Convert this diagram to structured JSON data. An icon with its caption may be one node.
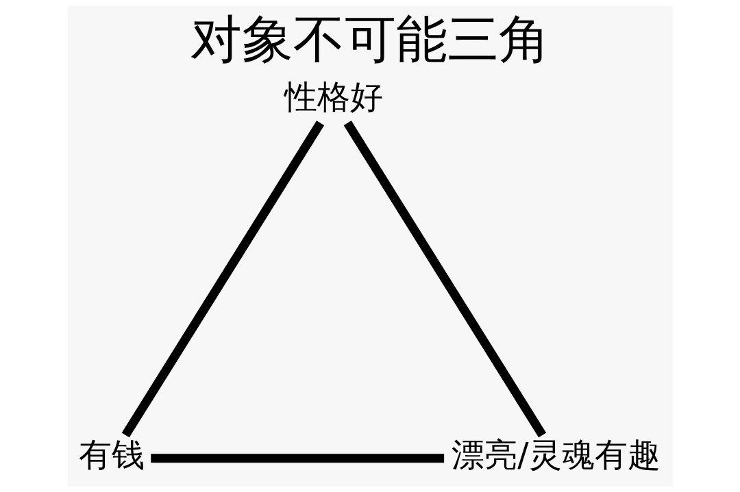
{
  "diagram": {
    "title": "对象不可能三角",
    "nodes": [
      {
        "text": [
          "性格好"
        ]
      },
      {
        "text": [
          "有钱"
        ]
      },
      {
        "text": [
          "漂亮/灵魂有趣"
        ]
      }
    ],
    "edges": [
      {
        "from": 0,
        "to": 1,
        "arrow": "none"
      },
      {
        "from": 1,
        "to": 2,
        "arrow": "none"
      },
      {
        "from": 2,
        "to": 0,
        "arrow": "none"
      }
    ]
  }
}
